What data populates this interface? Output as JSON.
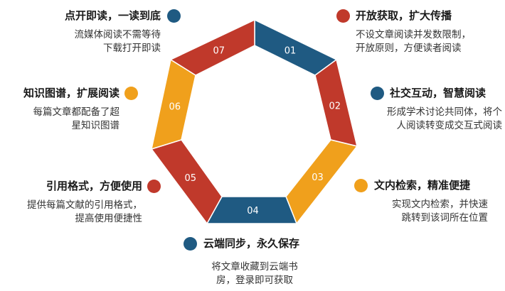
{
  "colors": {
    "blue": "#1f5a82",
    "red": "#c0392b",
    "orange": "#f0a01c"
  },
  "segments": [
    {
      "number": "01",
      "color": "#1f5a82"
    },
    {
      "number": "02",
      "color": "#c0392b"
    },
    {
      "number": "03",
      "color": "#f0a01c"
    },
    {
      "number": "04",
      "color": "#1f5a82"
    },
    {
      "number": "05",
      "color": "#c0392b"
    },
    {
      "number": "06",
      "color": "#f0a01c"
    },
    {
      "number": "07",
      "color": "#c0392b"
    }
  ],
  "features": [
    {
      "title": "点开即读，一读到底",
      "desc_lines": [
        "流媒体阅读不需等待",
        "下载打开即读"
      ],
      "dot_color": "#1f5a82"
    },
    {
      "title": "开放获取，扩大传播",
      "desc_lines": [
        "不设文章阅读并发数限制，",
        "开放原则，方便读者阅读"
      ],
      "dot_color": "#c0392b"
    },
    {
      "title": "社交互动，智慧阅读",
      "desc_lines": [
        "形成学术讨论共同体，将个",
        "人阅读转变成交互式阅读"
      ],
      "dot_color": "#1f5a82"
    },
    {
      "title": "文内检索，精准便捷",
      "desc_lines": [
        "实现文内检索，并快速",
        "跳转到该词所在位置"
      ],
      "dot_color": "#f0a01c"
    },
    {
      "title": "云端同步，永久保存",
      "desc_lines": [
        "将文章收藏到云端书",
        "房，登录即可获取"
      ],
      "dot_color": "#1f5a82"
    },
    {
      "title": "引用格式，方便使用",
      "desc_lines": [
        "提供每篇文献的引用格式，",
        "提高使用便捷性"
      ],
      "dot_color": "#c0392b"
    },
    {
      "title": "知识图谱，扩展阅读",
      "desc_lines": [
        "每篇文章都配备了超",
        "星知识图谱"
      ],
      "dot_color": "#f0a01c"
    }
  ]
}
